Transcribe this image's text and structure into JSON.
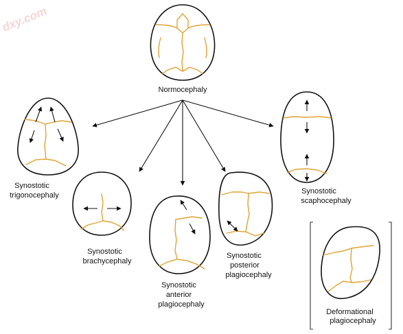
{
  "watermark": "dxy.com",
  "colors": {
    "suture": "#e0a233",
    "outline": "#111111",
    "arrow": "#111111"
  },
  "labels": {
    "normocephaly": [
      "Normocephaly"
    ],
    "trigonocephaly": [
      "Synostotic",
      "trigonocephaly"
    ],
    "brachycephaly": [
      "Synostotic",
      "brachycephaly"
    ],
    "anterior_plagiocephaly": [
      "Synostotic",
      "anterior",
      "plagiocephaly"
    ],
    "posterior_plagiocephaly": [
      "Synostotic",
      "posterior",
      "plagiocephaly"
    ],
    "scaphocephaly": [
      "Synostotic",
      "scaphocephaly"
    ],
    "deformational_plagiocephaly": [
      "Deformational",
      "plagiocephaly"
    ]
  }
}
